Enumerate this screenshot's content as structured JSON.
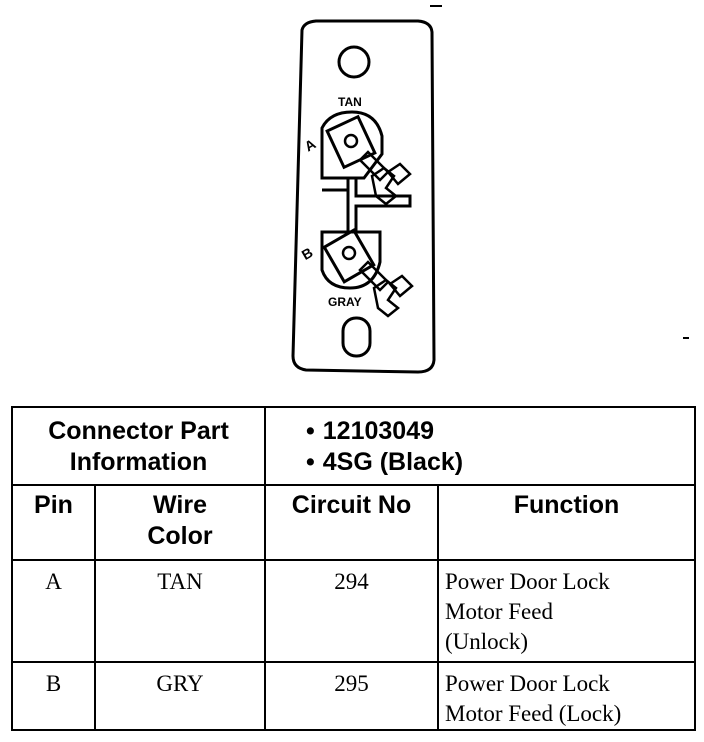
{
  "connector_drawing": {
    "terminal_a": {
      "pin": "A",
      "wire_label": "TAN"
    },
    "terminal_b": {
      "pin": "B",
      "wire_label": "GRAY"
    }
  },
  "connector_info": {
    "label_line1": "Connector Part",
    "label_line2": "Information",
    "part_number": "12103049",
    "description": "4SG (Black)"
  },
  "table": {
    "headers": {
      "pin": "Pin",
      "wire_color_line1": "Wire",
      "wire_color_line2": "Color",
      "circuit_no": "Circuit No",
      "function": "Function"
    },
    "rows": [
      {
        "pin": "A",
        "wire_color": "TAN",
        "circuit": "294",
        "function_lines": [
          "Power Door Lock",
          "Motor Feed",
          "(Unlock)"
        ]
      },
      {
        "pin": "B",
        "wire_color": "GRY",
        "circuit": "295",
        "function_lines": [
          "Power Door Lock",
          "Motor Feed (Lock)"
        ]
      }
    ]
  }
}
